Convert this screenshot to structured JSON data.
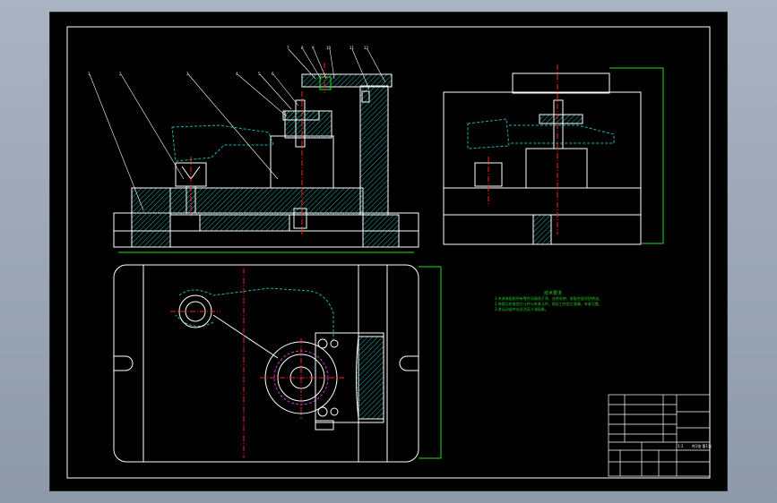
{
  "viewport": {
    "background_color": "#a9b3c2",
    "sheet_color": "#000000"
  },
  "colors": {
    "outline": "#ffffff",
    "hatch": "#19b5b5",
    "center": "#ff2020",
    "dimension": "#22dd22",
    "notes": "#22cc22",
    "arc": "#cc33cc"
  },
  "notes": {
    "title": "技术要求",
    "lines": [
      "1.夹具装配前所有零件须清洗干净，去除毛刺，各配合面涂防锈油。",
      "2.装配后检查定位元件与夹紧元件，保证工件定位准确、夹紧可靠。",
      "3.各运动部件应灵活无卡滞现象。"
    ]
  },
  "balloons": [
    "1",
    "2",
    "3",
    "4",
    "5",
    "6",
    "7",
    "8",
    "9",
    "10",
    "11",
    "12"
  ],
  "title_block": {
    "scale": "1:1",
    "sheet": "共1张 第1张"
  }
}
